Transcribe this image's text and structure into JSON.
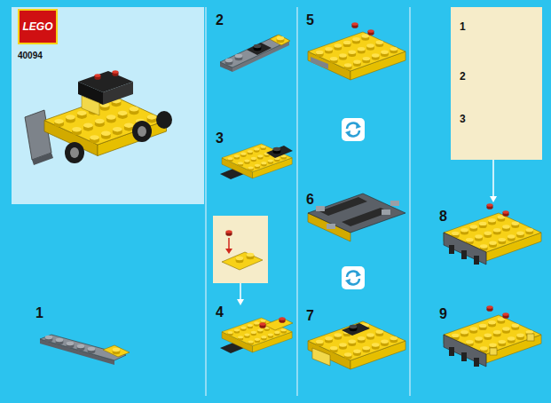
{
  "diagram": {
    "nodes": [
      {
        "text": [
          "LEGO"
        ]
      },
      {
        "text": [
          "1",
          "2",
          "3"
        ]
      }
    ],
    "labels": [
      "40094",
      "1",
      "2",
      "3",
      "4",
      "5",
      "6",
      "7",
      "8",
      "9"
    ]
  }
}
